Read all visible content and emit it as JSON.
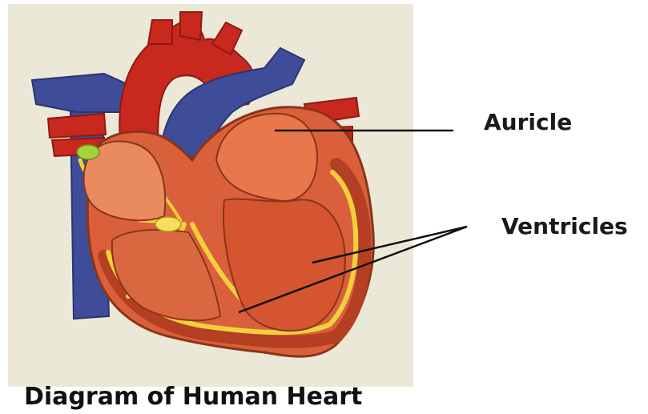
{
  "colors": {
    "panel_background": "#ece8d8",
    "muscle": "#d9603b",
    "muscle_dark": "#b43f22",
    "muscle_light": "#ea8a5f",
    "vein_blue": "#3e4c9a",
    "artery_red": "#c8281e",
    "conduction_yellow": "#f2d03c",
    "node_green": "#a7d23a",
    "leader_line": "#111111",
    "text": "#1a1a1a"
  },
  "labels": {
    "auricle": "Auricle",
    "ventricles": "Ventricles"
  },
  "caption": "Diagram of Human Heart"
}
